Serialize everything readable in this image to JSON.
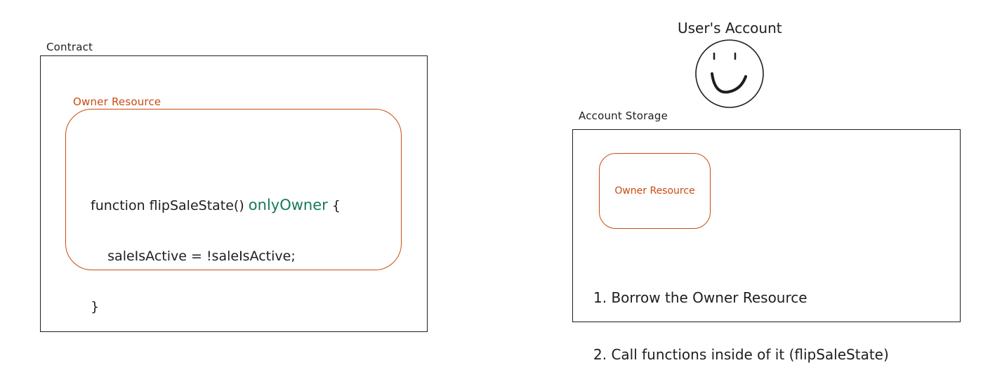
{
  "contract": {
    "label": "Contract",
    "resource_label": "Owner Resource",
    "code": {
      "line1_prefix": "function flipSaleState() ",
      "modifier": "onlyOwner",
      "line1_suffix": " {",
      "line2": "    saleIsActive = !saleIsActive;",
      "line3": "}"
    }
  },
  "account": {
    "title": "User's Account",
    "storage_label": "Account Storage",
    "resource_label": "Owner Resource",
    "steps": [
      "1. Borrow the Owner Resource",
      "2. Call functions inside of it (flipSaleState)"
    ]
  },
  "colors": {
    "resource": "#c94b12",
    "modifier": "#177a58",
    "stroke": "#1e1e1e"
  },
  "icons": [
    "smiley-face-icon"
  ]
}
